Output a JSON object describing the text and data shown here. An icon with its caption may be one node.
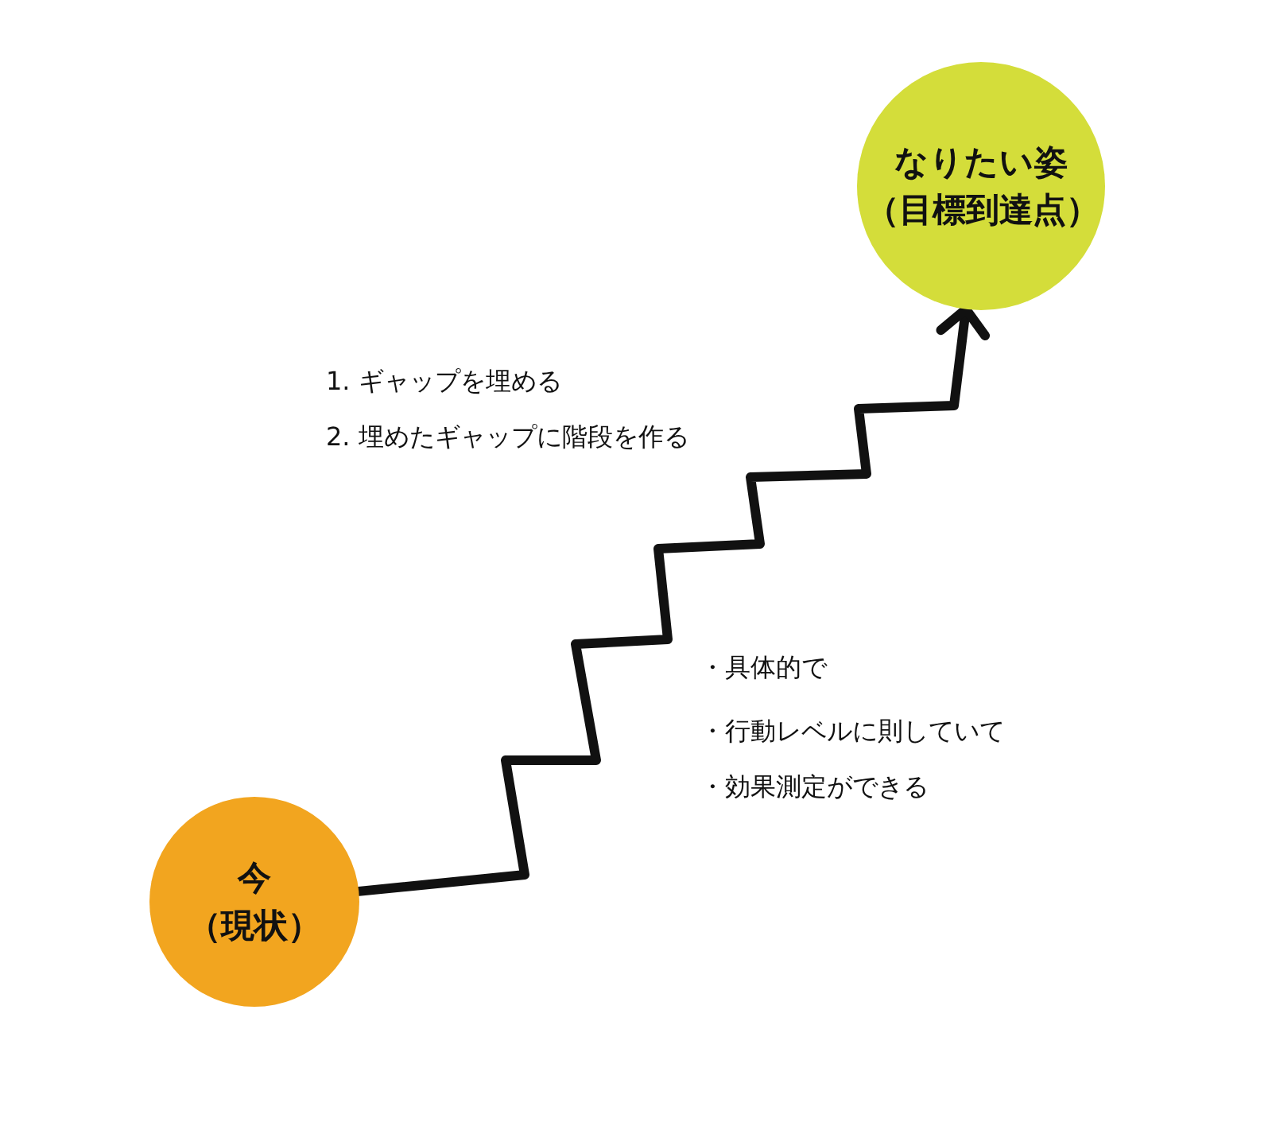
{
  "diagram": {
    "nodes": [
      {
        "text": [
          "今（現状）"
        ]
      },
      {
        "text": [
          "なりたい姿（目標到達点）"
        ]
      }
    ],
    "edges": [
      {
        "from": 0,
        "to": 1,
        "arrow": "to"
      }
    ],
    "labels": [
      "1. ギャップを埋める",
      "2. 埋めたギャップに階段を作る",
      "・具体的で",
      "・行動レベルに則していて",
      "・効果測定ができる"
    ]
  }
}
